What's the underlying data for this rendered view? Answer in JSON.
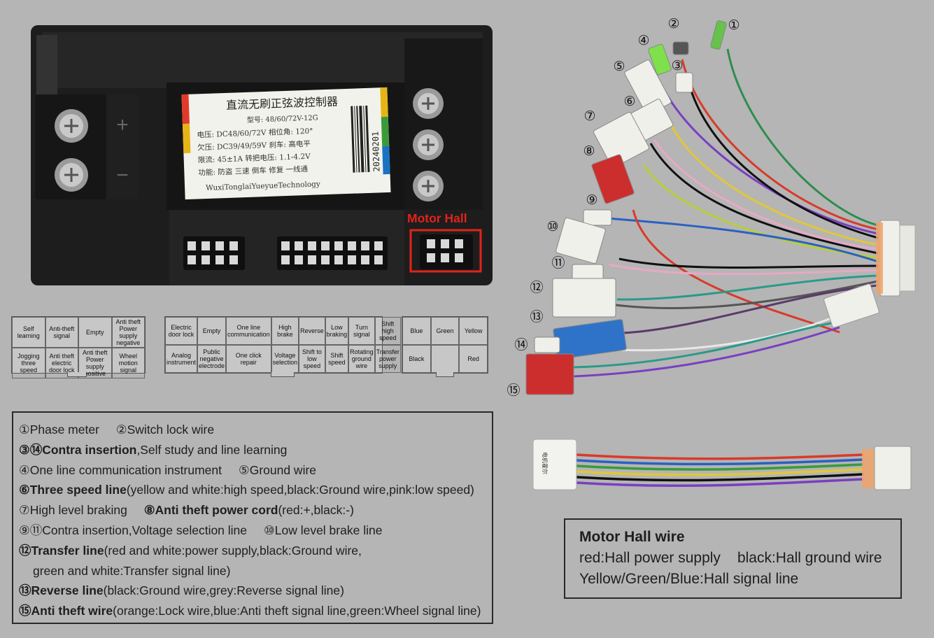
{
  "controller": {
    "label_title": "直流无刷正弦波控制器",
    "label_model": "型号: 48/60/72V-12G",
    "label_voltage": "电压: DC48/60/72V 相位角: 120°",
    "label_undervolt": "欠压: DC39/49/59V 刹车: 高电平",
    "label_current": "限流: 45±1A    转把电压: 1.1-4.2V",
    "label_functions": "功能: 防盗  三速  倒车  修复  一线通",
    "label_maker": "WuxiTonglaiYueyueTechnology",
    "label_barcode_text": "20240201",
    "plus_sign": "+",
    "minus_sign": "−",
    "motor_hall_callout": "Motor Hall",
    "callout_color": "#e2231a"
  },
  "pin_tables": {
    "left": {
      "top_row": [
        "Self learning",
        "Anti-theft signal",
        "Empty",
        "Anti theft Power supply negative"
      ],
      "bottom_row": [
        "Jogging three speed",
        "Anti theft electric door lock",
        "Anti theft Power supply positive",
        "Wheel motion signal"
      ]
    },
    "middle": {
      "top_row": [
        "Electric door lock",
        "Empty",
        "One line communication",
        "High brake",
        "Reverse",
        "Low braking",
        "Turn signal",
        "Shift high speed"
      ],
      "bottom_row": [
        "Analog instrument",
        "Public negative electrode",
        "One click repair",
        "Voltage selection",
        "Shift to low speed",
        "Shift speed",
        "Rotating ground wire",
        "Transfer power supply"
      ]
    },
    "right": {
      "top_row": [
        "Blue",
        "Green",
        "Yellow"
      ],
      "bottom_row": [
        "Black",
        "",
        "Red"
      ]
    }
  },
  "harness_numbers": [
    "①",
    "②",
    "③",
    "④",
    "⑤",
    "⑥",
    "⑦",
    "⑧",
    "⑨",
    "⑩",
    "⑪",
    "⑫",
    "⑬",
    "⑭",
    "⑮"
  ],
  "legend": [
    {
      "parts": [
        {
          "t": "①",
          "b": false
        },
        {
          "t": "Phase meter",
          "b": false
        },
        {
          "gap": true
        },
        {
          "t": "②",
          "b": false
        },
        {
          "t": "Switch lock wire",
          "b": false
        }
      ]
    },
    {
      "parts": [
        {
          "t": "③⑭",
          "b": true
        },
        {
          "t": "Contra insertion",
          "b": true
        },
        {
          "t": ",Self study and line learning",
          "b": false
        }
      ]
    },
    {
      "parts": [
        {
          "t": "④",
          "b": false
        },
        {
          "t": "One line communication instrument",
          "b": false
        },
        {
          "gap": true
        },
        {
          "t": "⑤",
          "b": false
        },
        {
          "t": "Ground wire",
          "b": false
        }
      ]
    },
    {
      "parts": [
        {
          "t": "⑥",
          "b": true
        },
        {
          "t": "Three speed line",
          "b": true
        },
        {
          "t": "(yellow and white:high speed,black:Ground wire,pink:low speed)",
          "b": false
        }
      ]
    },
    {
      "parts": [
        {
          "t": "⑦",
          "b": false
        },
        {
          "t": "High level braking",
          "b": false
        },
        {
          "gap": true
        },
        {
          "t": "⑧",
          "b": true
        },
        {
          "t": "Anti theft power cord",
          "b": true
        },
        {
          "t": "(red:+,black:-)",
          "b": false
        }
      ]
    },
    {
      "parts": [
        {
          "t": "⑨⑪",
          "b": false
        },
        {
          "t": "Contra insertion,Voltage selection line",
          "b": false
        },
        {
          "gap": true
        },
        {
          "t": "⑩",
          "b": false
        },
        {
          "t": "Low level brake line",
          "b": false
        }
      ]
    },
    {
      "parts": [
        {
          "t": "⑫",
          "b": true
        },
        {
          "t": "Transfer line",
          "b": true
        },
        {
          "t": "(red and white:power supply,black:Ground wire,",
          "b": false
        }
      ]
    },
    {
      "indent": true,
      "parts": [
        {
          "t": "green and white:Transfer signal line)",
          "b": false
        }
      ]
    },
    {
      "parts": [
        {
          "t": "⑬",
          "b": true
        },
        {
          "t": "Reverse line",
          "b": true
        },
        {
          "t": "(black:Ground wire,grey:Reverse signal line)",
          "b": false
        }
      ]
    },
    {
      "parts": [
        {
          "t": "⑮",
          "b": true
        },
        {
          "t": "Anti theft wire",
          "b": true
        },
        {
          "t": "(orange:Lock wire,blue:Anti theft signal line,green:Wheel signal line)",
          "b": false
        }
      ]
    }
  ],
  "hall_box": {
    "title": "Motor Hall wire",
    "line1a": "red:Hall power supply",
    "line1b": "black:Hall ground wire",
    "line2": "Yellow/Green/Blue:Hall signal line"
  },
  "hall_cable_label": "电机霍尔"
}
